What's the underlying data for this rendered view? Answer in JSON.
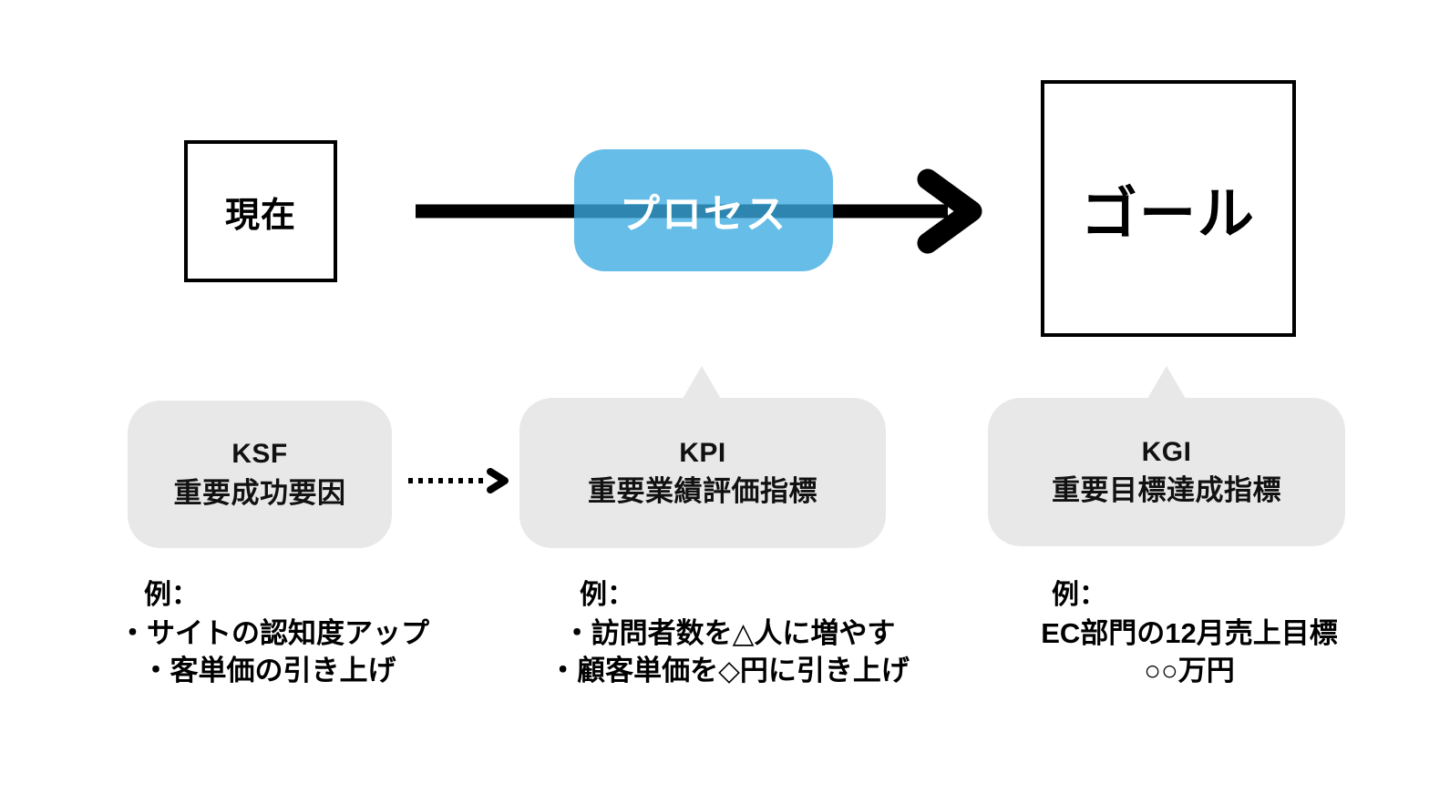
{
  "diagram": {
    "title_hidden": "KGI / KPI / KSF relationship diagram",
    "colors": {
      "process_blue": "#3aabe2",
      "process_blue_overlap": "#0a6fa8",
      "bubble_gray": "#e8e8e8",
      "outline_black": "#000000",
      "text_black": "#111111",
      "label_white": "#ffffff"
    }
  },
  "flow": {
    "current": {
      "label": "現在"
    },
    "process": {
      "label": "プロセス"
    },
    "goal": {
      "label": "ゴール"
    },
    "arrow": {
      "name": "current-to-goal-arrow",
      "direction": "right"
    }
  },
  "bubbles": [
    {
      "key": "ksf",
      "title": "KSF",
      "subtitle": "重要成功要因",
      "has_tail": false
    },
    {
      "key": "kpi",
      "title": "KPI",
      "subtitle": "重要業績評価指標",
      "has_tail": true
    },
    {
      "key": "kgi",
      "title": "KGI",
      "subtitle": "重要目標達成指標",
      "has_tail": true
    }
  ],
  "connector": {
    "name": "ksf-to-kpi-dotted-arrow",
    "style": "dotted",
    "direction": "right"
  },
  "examples": {
    "ksf": {
      "heading": "例：",
      "lines": [
        "・サイトの認知度アップ",
        "・客単価の引き上げ"
      ]
    },
    "kpi": {
      "heading": "例：",
      "lines": [
        "・訪問者数を△人に増やす",
        "・顧客単価を◇円に引き上げ"
      ]
    },
    "kgi": {
      "heading": "例：",
      "lines": [
        "EC部門の12月売上目標",
        "○○万円"
      ]
    }
  }
}
